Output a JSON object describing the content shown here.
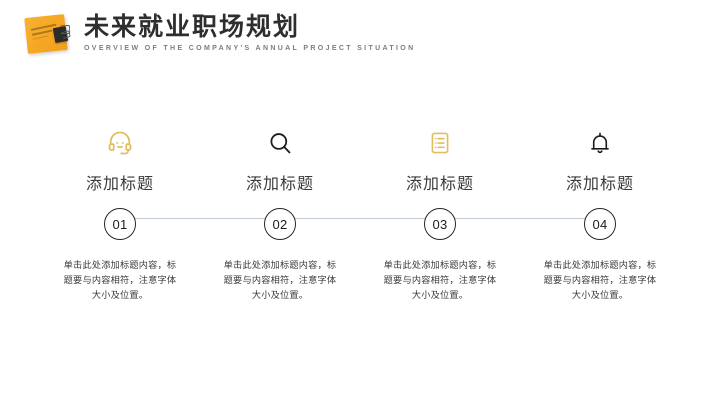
{
  "header": {
    "logo_name": "sticky-note-clip-logo",
    "title": "未来就业职场规划",
    "subtitle": "OVERVIEW OF THE COMPANY'S ANNUAL PROJECT SITUATION"
  },
  "colors": {
    "accent_gold": "#E3BC5C",
    "logo_orange": "#F5A623",
    "dark_text": "#2E2E2E",
    "body_text": "#3B3B3B",
    "connector_line": "#C3CCD6",
    "arrow": "#4A6A8F",
    "background": "#FFFFFF"
  },
  "steps": [
    {
      "icon": "headset-support-icon",
      "icon_color": "#E3BC5C",
      "title": "添加标题",
      "number": "01",
      "description": "单击此处添加标题内容，标题要与内容相符，注意字体大小及位置。"
    },
    {
      "icon": "search-magnifier-icon",
      "icon_color": "#1C1C1C",
      "title": "添加标题",
      "number": "02",
      "description": "单击此处添加标题内容，标题要与内容相符，注意字体大小及位置。"
    },
    {
      "icon": "list-document-icon",
      "icon_color": "#E3BC5C",
      "title": "添加标题",
      "number": "03",
      "description": "单击此处添加标题内容，标题要与内容相符，注意字体大小及位置。"
    },
    {
      "icon": "bell-notification-icon",
      "icon_color": "#1C1C1C",
      "title": "添加标题",
      "number": "04",
      "description": "单击此处添加标题内容，标题要与内容相符，注意字体大小及位置。"
    }
  ]
}
